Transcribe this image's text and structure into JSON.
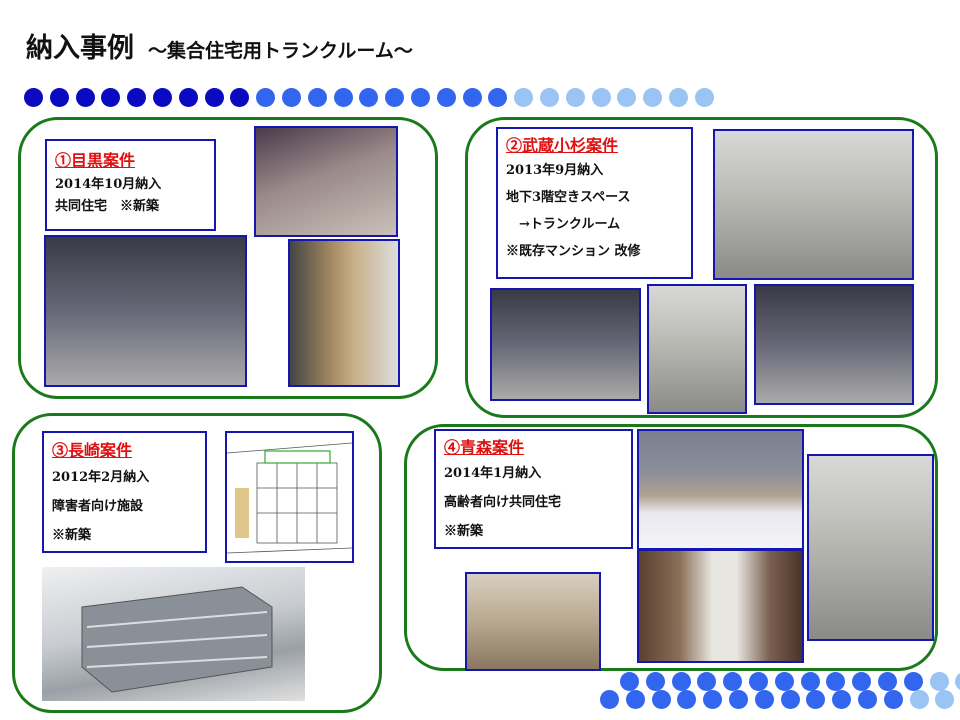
{
  "title": {
    "main": "納入事例",
    "sub": "～集合住宅用トランクルーム～"
  },
  "colors": {
    "dot_dark": "#0a0ac0",
    "dot_mid": "#3366ee",
    "dot_light": "#99c4f4",
    "panel_border": "#1a7a1a",
    "box_border": "#1515b0",
    "heading": "#e01010"
  },
  "cases": [
    {
      "heading": "①目黒案件",
      "lines": [
        "2014年10月納入",
        "共同住宅　※新築"
      ]
    },
    {
      "heading": "②武蔵小杉案件",
      "lines": [
        "2013年9月納入",
        "地下3階空きスペース",
        "　→トランクルーム",
        "※既存マンション 改修"
      ]
    },
    {
      "heading": "③長崎案件",
      "lines": [
        "2012年2月納入",
        "障害者向け施設",
        "※新築"
      ]
    },
    {
      "heading": "④青森案件",
      "lines": [
        "2014年1月納入",
        "高齢者向け共同住宅",
        "※新築"
      ]
    }
  ]
}
